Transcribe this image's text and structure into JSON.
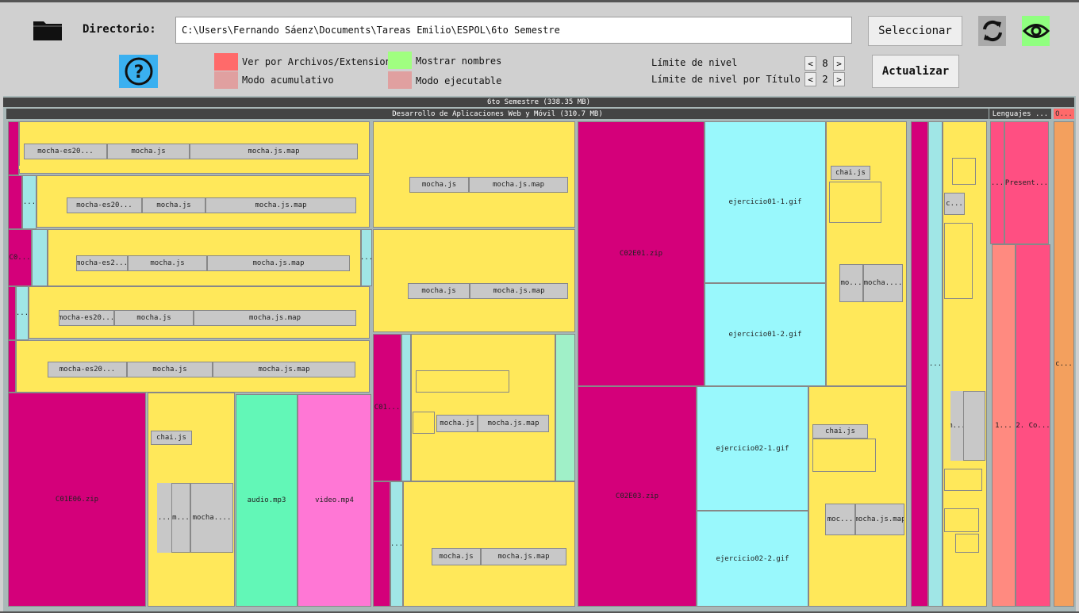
{
  "toolbar": {
    "folder_icon": "folder-icon",
    "directory_label": "Directorio:",
    "directory_value": "C:\\Users\\Fernando Sáenz\\Documents\\Tareas Emilio\\ESPOL\\6to Semestre",
    "select_label": "Seleccionar",
    "refresh_icon": "refresh-icon",
    "eye_icon": "eye-icon",
    "help_icon": "help-icon",
    "help_glyph": "?",
    "update_label": "Actualizar"
  },
  "options": [
    {
      "label": "Ver por Archivos/Extension",
      "color": "#ff6a6a"
    },
    {
      "label": "Modo acumulativo",
      "color": "#e0a0a0"
    },
    {
      "label": "Mostrar nombres",
      "color": "#a0ff80"
    },
    {
      "label": "Modo ejecutable",
      "color": "#e0a0a0"
    }
  ],
  "limits": {
    "level_label": "Límite de nivel",
    "level_value": "8",
    "title_label": "Límite de nivel por Título",
    "title_value": "2",
    "dec": "<",
    "inc": ">"
  },
  "treemap": {
    "root": "6to Semestre (338.35 MB)",
    "group1": "Desarrollo de Aplicaciones Web y Móvil (310.7 MB)",
    "group2": "Lenguajes ...",
    "group3": "O...",
    "labels": {
      "mes1": "mocha-es20...",
      "mes2": "mocha-es20...",
      "mes3": "mocha-es2...",
      "mes4": "mocha-es20...",
      "mes5": "mocha-es20...",
      "mjs": "mocha.js",
      "mmap": "mocha.js.map",
      "dots": "...",
      "c0dots": "C0...",
      "c01dots": "C01...",
      "cdots": "c...",
      "c02": "C...",
      "chai": "chai.js",
      "m": "m...",
      "mochadots": "mocha....",
      "modots": "mo...",
      "mocdots": "moc...",
      "zip6": "C01E06.zip",
      "zip1": "C02E01.zip",
      "zip3": "C02E03.zip",
      "audio": "audio.mp3",
      "video": "video.mp4",
      "g11": "ejercicio01-1.gif",
      "g12": "ejercicio01-2.gif",
      "g21": "ejercicio02-1.gif",
      "g22": "ejercicio02-2.gif",
      "present": "Present...",
      "one": "1...",
      "two": "2. Co...",
      "cc": "c..."
    }
  },
  "colors": {
    "yellow": "#ffe85a",
    "magenta": "#d4007a",
    "cyan": "#99f8fc",
    "green": "#62f7b7",
    "pink": "#ff77d5",
    "rose": "#ff4f82",
    "orange": "#f3a05e"
  }
}
